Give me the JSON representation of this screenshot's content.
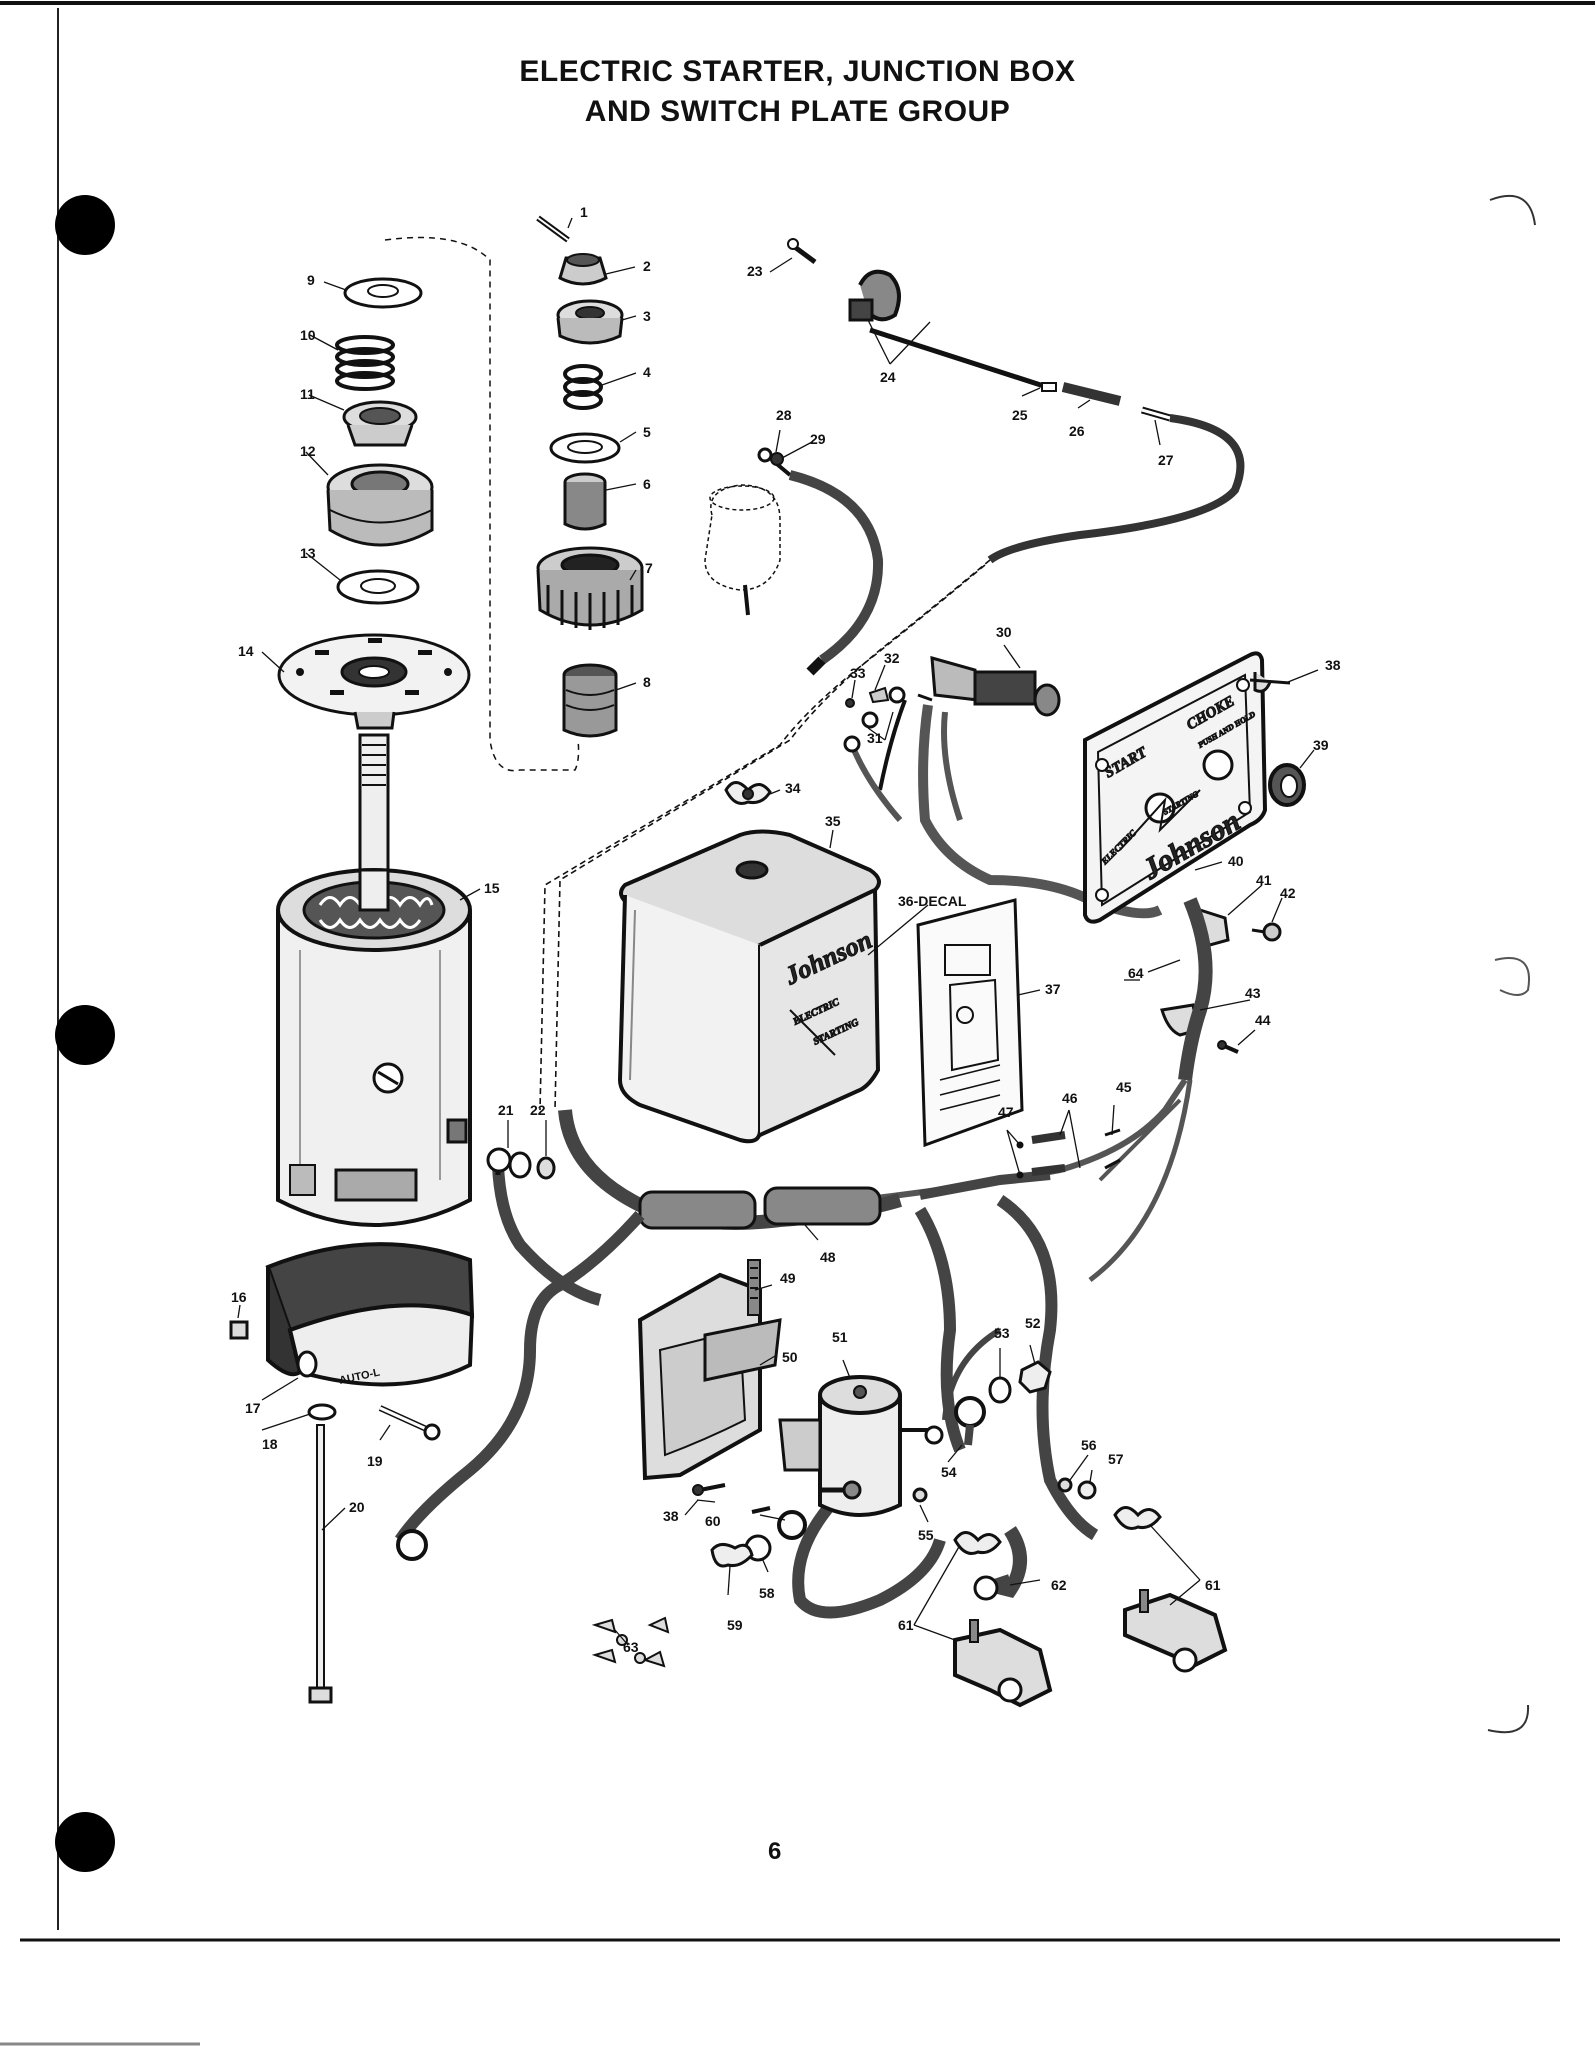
{
  "title": {
    "line1": "ELECTRIC STARTER, JUNCTION BOX",
    "line2": "AND SWITCH PLATE GROUP"
  },
  "page_number": "6",
  "callouts": {
    "c1": "1",
    "c2": "2",
    "c3": "3",
    "c4": "4",
    "c5": "5",
    "c6": "6",
    "c7": "7",
    "c8": "8",
    "c9": "9",
    "c10": "10",
    "c11": "11",
    "c12": "12",
    "c13": "13",
    "c14": "14",
    "c15": "15",
    "c16": "16",
    "c17": "17",
    "c18": "18",
    "c19": "19",
    "c20": "20",
    "c21": "21",
    "c22": "22",
    "c23": "23",
    "c24": "24",
    "c25": "25",
    "c26": "26",
    "c27": "27",
    "c28": "28",
    "c29": "29",
    "c30": "30",
    "c31": "31",
    "c32": "32",
    "c33": "33",
    "c34": "34",
    "c35": "35",
    "c36": "36-DECAL",
    "c37": "37",
    "c38": "38",
    "c38b": "38",
    "c39": "39",
    "c40": "40",
    "c41": "41",
    "c42": "42",
    "c43": "43",
    "c44": "44",
    "c45": "45",
    "c46": "46",
    "c47": "47",
    "c48": "48",
    "c49": "49",
    "c50": "50",
    "c51": "51",
    "c52": "52",
    "c53": "53",
    "c54": "54",
    "c55": "55",
    "c56": "56",
    "c57": "57",
    "c58": "58",
    "c59": "59",
    "c60": "60",
    "c61": "61",
    "c61b": "61",
    "c62": "62",
    "c63": "63",
    "c64": "64"
  },
  "plate_text": {
    "start": "START",
    "choke": "CHOKE",
    "push_and_hold": "PUSH AND HOLD",
    "electric": "ELECTRIC",
    "starting": "STARTING",
    "brand": "Johnson"
  },
  "box_text": {
    "brand": "Johnson",
    "electric": "ELECTRIC",
    "starting": "STARTING"
  },
  "band_text": {
    "auto": "AUTO-L"
  }
}
